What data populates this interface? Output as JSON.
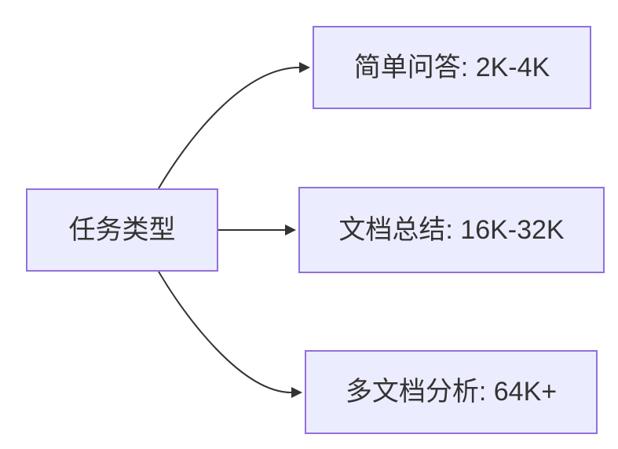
{
  "diagram": {
    "type": "flowchart-LR",
    "colors": {
      "background": "#FFFFFF",
      "node_fill": "#ECECFF",
      "node_border": "#9370DB",
      "edge_color": "#333333",
      "text_color": "#333333"
    },
    "root": {
      "label": "任务类型"
    },
    "children": [
      {
        "label": "简单问答: 2K-4K"
      },
      {
        "label": "文档总结: 16K-32K"
      },
      {
        "label": "多文档分析: 64K+"
      }
    ]
  }
}
